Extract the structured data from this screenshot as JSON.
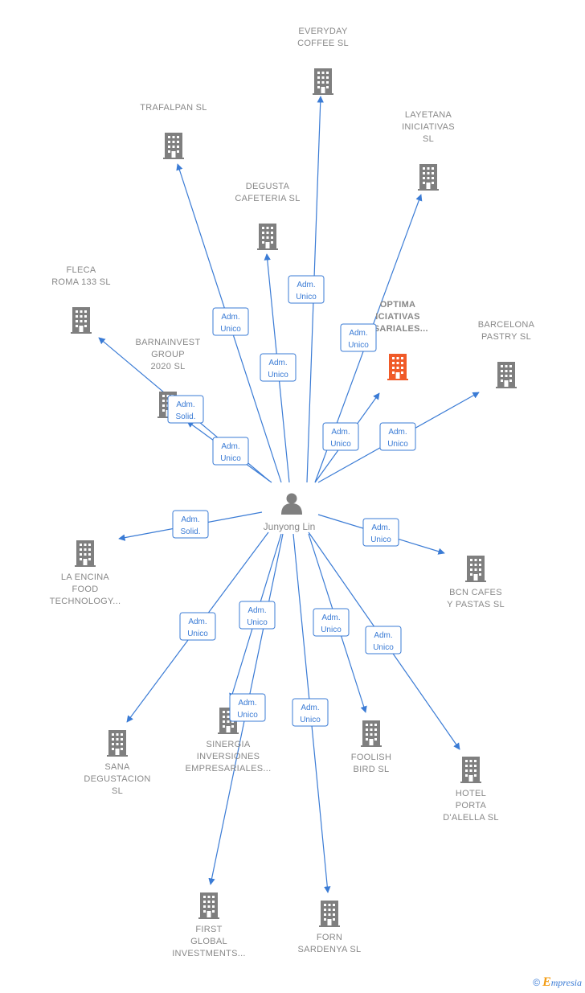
{
  "center": {
    "name": "Junyong Lin"
  },
  "colors": {
    "edge": "#3a7bd5",
    "building": "#7f7f7f",
    "highlight": "#f05a28",
    "text": "#888888"
  },
  "nodes": [
    {
      "id": "everyday",
      "lines": [
        "EVERYDAY",
        "COFFEE  SL"
      ]
    },
    {
      "id": "trafalpan",
      "lines": [
        "TRAFALPAN  SL"
      ]
    },
    {
      "id": "layetana",
      "lines": [
        "LAYETANA",
        "INICIATIVAS",
        "SL"
      ]
    },
    {
      "id": "degusta",
      "lines": [
        "DEGUSTA",
        "CAFETERIA SL"
      ]
    },
    {
      "id": "fleca",
      "lines": [
        "FLECA",
        "ROMA 133  SL"
      ]
    },
    {
      "id": "optima",
      "lines": [
        "OPTIMA",
        "ICIATIVAS",
        "ESARIALES..."
      ],
      "highlight": true
    },
    {
      "id": "barcelona",
      "lines": [
        "BARCELONA",
        "PASTRY  SL"
      ]
    },
    {
      "id": "barnainvest",
      "lines": [
        "BARNAINVEST",
        "GROUP",
        "2020  SL"
      ]
    },
    {
      "id": "laencina",
      "lines": [
        "LA ENCINA",
        "FOOD",
        "TECHNOLOGY..."
      ]
    },
    {
      "id": "bcn",
      "lines": [
        "BCN CAFES",
        "Y PASTAS  SL"
      ]
    },
    {
      "id": "sana",
      "lines": [
        "SANA",
        "DEGUSTACION",
        "SL"
      ]
    },
    {
      "id": "sinergia",
      "lines": [
        "SINERGIA",
        "INVERSIONES",
        "EMPRESARIALES..."
      ]
    },
    {
      "id": "foolish",
      "lines": [
        "FOOLISH",
        "BIRD  SL"
      ]
    },
    {
      "id": "hotel",
      "lines": [
        "HOTEL",
        "PORTA",
        "D'ALELLA  SL"
      ]
    },
    {
      "id": "first",
      "lines": [
        "FIRST",
        "GLOBAL",
        "INVESTMENTS..."
      ]
    },
    {
      "id": "forn",
      "lines": [
        "FORN",
        "SARDENYA  SL"
      ]
    }
  ],
  "edges": [
    {
      "to": "everyday",
      "label": [
        "Adm.",
        "Unico"
      ]
    },
    {
      "to": "trafalpan",
      "label": [
        "Adm.",
        "Unico"
      ]
    },
    {
      "to": "layetana",
      "label": [
        "Adm.",
        "Unico"
      ]
    },
    {
      "to": "degusta",
      "label": [
        "Adm.",
        "Unico"
      ]
    },
    {
      "to": "fleca",
      "label": [
        "Adm.",
        "Unico"
      ]
    },
    {
      "to": "optima",
      "label": [
        "Adm.",
        "Unico"
      ]
    },
    {
      "to": "barcelona",
      "label": [
        "Adm.",
        "Unico"
      ]
    },
    {
      "to": "barnainvest",
      "label": [
        "Adm.",
        "Solid."
      ]
    },
    {
      "to": "laencina",
      "label": [
        "Adm.",
        "Solid."
      ]
    },
    {
      "to": "bcn",
      "label": [
        "Adm.",
        "Unico"
      ]
    },
    {
      "to": "sana",
      "label": [
        "Adm.",
        "Unico"
      ]
    },
    {
      "to": "sinergia",
      "label": [
        "Adm.",
        "Unico"
      ]
    },
    {
      "to": "foolish",
      "label": [
        "Adm.",
        "Unico"
      ]
    },
    {
      "to": "hotel",
      "label": [
        "Adm.",
        "Unico"
      ]
    },
    {
      "to": "first",
      "label": [
        "Adm.",
        "Unico"
      ]
    },
    {
      "to": "forn",
      "label": [
        "Adm.",
        "Unico"
      ]
    },
    {
      "to": "layetana",
      "label": [
        "Adm.",
        "Unico"
      ]
    }
  ],
  "footer": {
    "copyright": "©",
    "brand_initial": "E",
    "brand_rest": "mpresia"
  }
}
